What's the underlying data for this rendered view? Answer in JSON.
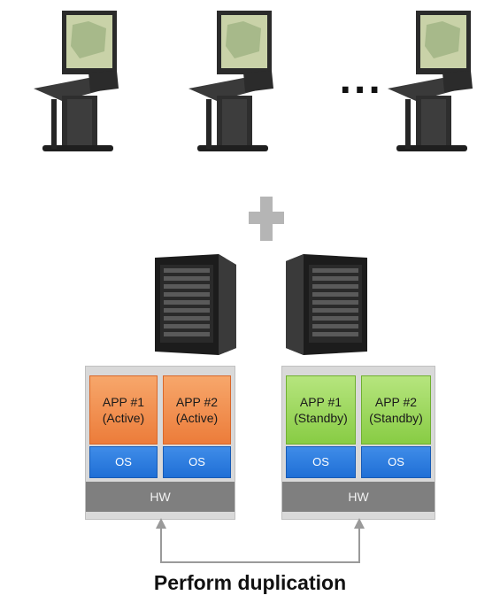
{
  "ellipsis": "...",
  "left_stack": {
    "app1": "APP #1\n(Active)",
    "app2": "APP #2\n(Active)",
    "os1": "OS",
    "os2": "OS",
    "hw": "HW"
  },
  "right_stack": {
    "app1": "APP #1\n(Standby)",
    "app2": "APP #2\n(Standby)",
    "os1": "OS",
    "os2": "OS",
    "hw": "HW"
  },
  "caption": "Perform duplication",
  "colors": {
    "active": "#ec7c3a",
    "standby": "#88cc44",
    "os": "#1f6fd6",
    "hw": "#7f7f7f",
    "stack_bg": "#d9d9d9"
  }
}
